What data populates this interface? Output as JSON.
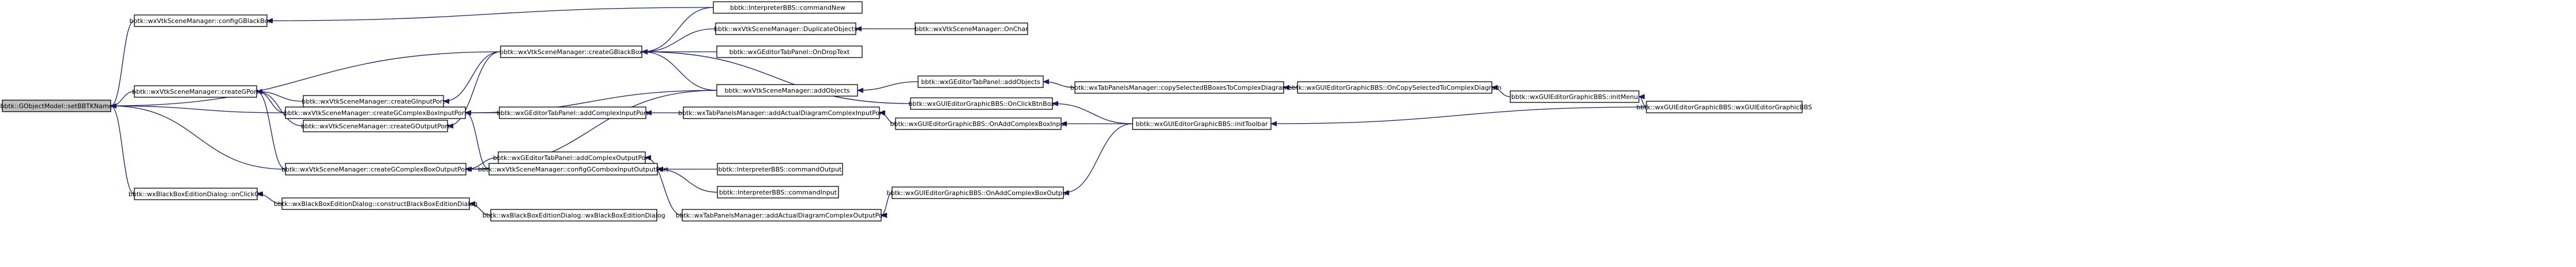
{
  "graph": {
    "nodes": {
      "root": "bbtk::GObjectModel::setBBTKName",
      "configGBlackBox": "bbtk::wxVtkSceneManager::configGBlackBox",
      "createGPort": "bbtk::wxVtkSceneManager::createGPort",
      "onClickOk": "bbtk::wxBlackBoxEditionDialog::onClickOk",
      "createGInputPort": "bbtk::wxVtkSceneManager::createGInputPort",
      "createGOutputPort": "bbtk::wxVtkSceneManager::createGOutputPort",
      "createGComplexBoxInputPort": "bbtk::wxVtkSceneManager::createGComplexBoxInputPort",
      "createGComplexBoxOutputPort": "bbtk::wxVtkSceneManager::createGComplexBoxOutputPort",
      "constructBlackBoxEditionDialog": "bbtk::wxBlackBoxEditionDialog::constructBlackBoxEditionDialog",
      "wxBlackBoxEditionDialog": "bbtk::wxBlackBoxEditionDialog::wxBlackBoxEditionDialog",
      "createGBlackBox": "bbtk::wxVtkSceneManager::createGBlackBox",
      "addComplexInputPort": "bbtk::wxGEditorTabPanel::addComplexInputPort",
      "addComplexOutputPort": "bbtk::wxGEditorTabPanel::addComplexOutputPort",
      "configGComboxInputOutputPort": "bbtk::wxVtkSceneManager::configGComboxInputOutputPort",
      "commandNew": "bbtk::InterpreterBBS::commandNew",
      "duplicateObjects": "bbtk::wxVtkSceneManager::DuplicateObjects",
      "onDropText": "bbtk::wxGEditorTabPanel::OnDropText",
      "addObjects": "bbtk::wxVtkSceneManager::addObjects",
      "onChar": "bbtk::wxVtkSceneManager::OnChar",
      "tabPanelAddObjects": "bbtk::wxGEditorTabPanel::addObjects",
      "onClickBtnBox": "bbtk::wxGUIEditorGraphicBBS::OnClickBtnBox",
      "addActualDiagramComplexInputPort": "bbtk::wxTabPanelsManager::addActualDiagramComplexInputPort",
      "onAddComplexBoxInput": "bbtk::wxGUIEditorGraphicBBS::OnAddComplexBoxInput",
      "commandOutput": "bbtk::InterpreterBBS::commandOutput",
      "commandInput": "bbtk::InterpreterBBS::commandInput",
      "addActualDiagramComplexOutputPort": "bbtk::wxTabPanelsManager::addActualDiagramComplexOutputPort",
      "onAddComplexBoxOutput": "bbtk::wxGUIEditorGraphicBBS::OnAddComplexBoxOutput",
      "copySelectedBBoxesToComplexDiagram": "bbtk::wxTabPanelsManager::copySelectedBBoxesToComplexDiagram",
      "onCopySelectedToComplexDiagram": "bbtk::wxGUIEditorGraphicBBS::OnCopySelectedToComplexDiagram",
      "initToolbar": "bbtk::wxGUIEditorGraphicBBS::initToolbar",
      "initMenu": "bbtk::wxGUIEditorGraphicBBS::initMenu",
      "ctorGraphicBBS": "bbtk::wxGUIEditorGraphicBBS::wxGUIEditorGraphicBBS"
    },
    "colors": {
      "edge": "#191970",
      "root_fill": "#bfbfbf",
      "node_fill": "#ffffff",
      "node_stroke": "#000000"
    }
  }
}
